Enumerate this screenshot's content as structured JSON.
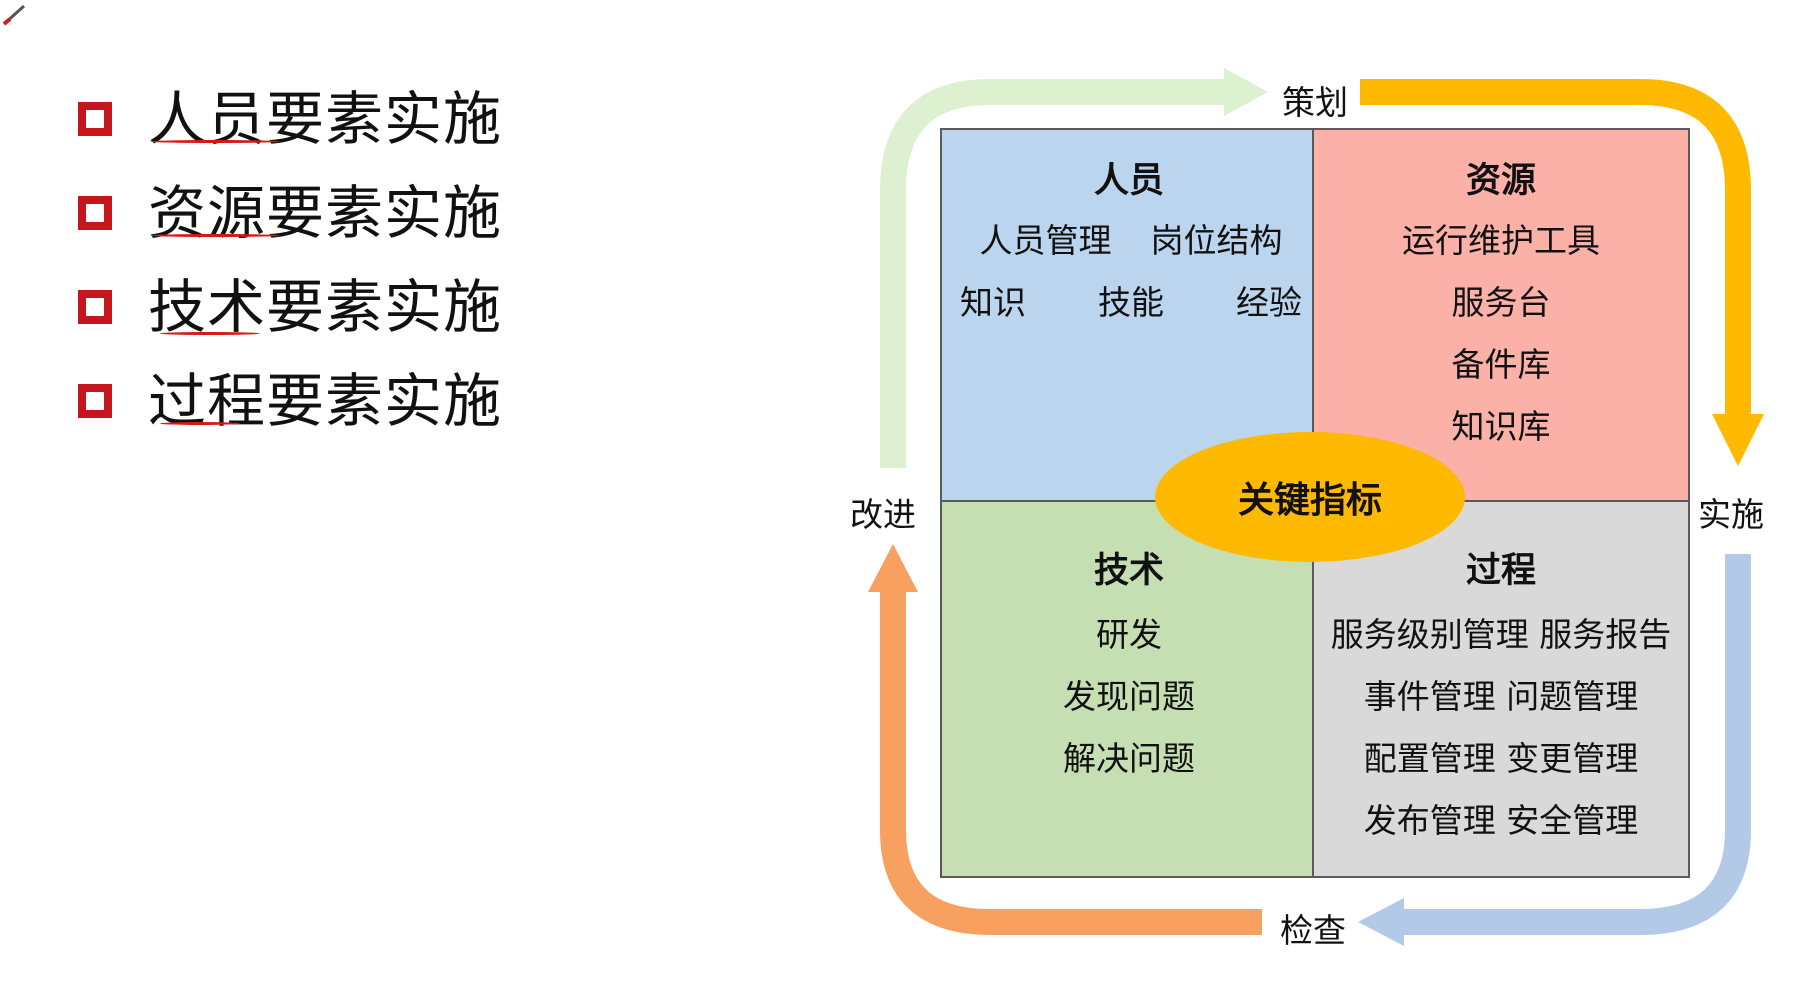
{
  "checklist": {
    "items": [
      {
        "text": "人员要素实施"
      },
      {
        "text": "资源要素实施"
      },
      {
        "text": "技术要素实施"
      },
      {
        "text": "过程要素实施"
      }
    ]
  },
  "cycle": {
    "plan": "策划",
    "do": "实施",
    "check": "检查",
    "improve": "改进"
  },
  "quadrants": {
    "people": {
      "title": "人员",
      "rows": [
        [
          "人员管理",
          "岗位结构"
        ],
        [
          "知识",
          "技能",
          "经验"
        ]
      ]
    },
    "resource": {
      "title": "资源",
      "lines": [
        "运行维护工具",
        "服务台",
        "备件库",
        "知识库"
      ]
    },
    "tech": {
      "title": "技术",
      "lines": [
        "研发",
        "发现问题",
        "解决问题"
      ]
    },
    "process": {
      "title": "过程",
      "lines": [
        "服务级别管理 服务报告",
        "事件管理 问题管理",
        "配置管理 变更管理",
        "发布管理 安全管理"
      ]
    }
  },
  "center": {
    "label": "关键指标"
  },
  "colors": {
    "people": "#bcd5ee",
    "resource": "#fbb0a8",
    "tech": "#c5dfb3",
    "process": "#d9d9d9",
    "center": "#ffb900",
    "arrow_plan": "#ddf0d0",
    "arrow_do": "#ffb900",
    "arrow_check": "#b3c9e8",
    "arrow_improve": "#f7a060",
    "checkbox": "#c4161c"
  }
}
